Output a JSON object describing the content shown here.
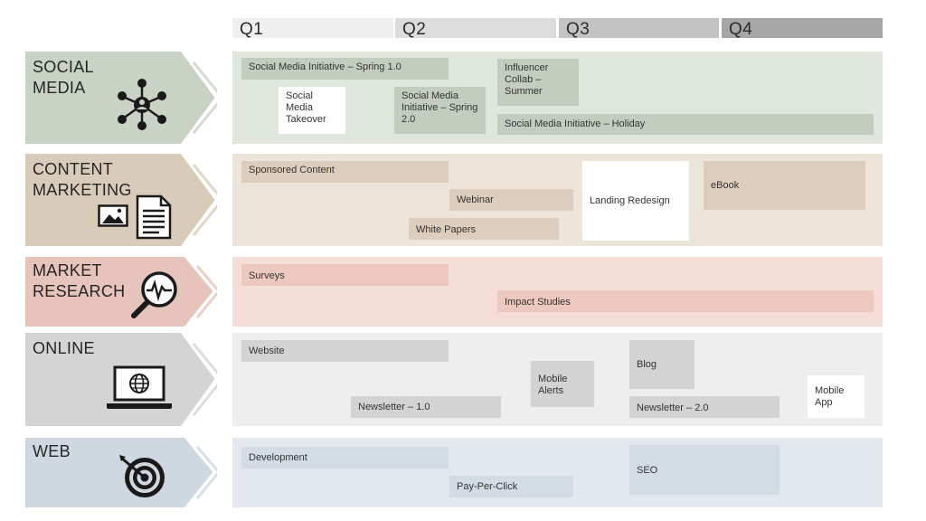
{
  "quarters": [
    "Q1",
    "Q2",
    "Q3",
    "Q4"
  ],
  "colors": {
    "social": "#dfe6dc",
    "social_cat": "#c9d3c5",
    "social_task": "#c3cdbf",
    "content": "#ede4da",
    "content_cat": "#d9cbba",
    "content_task": "#dccdbd",
    "market": "#f5ddd7",
    "market_cat": "#e6c4bb",
    "market_task": "#ecc8bf",
    "online": "#eeeeee",
    "online_cat": "#d4d4d4",
    "online_task": "#d3d3d3",
    "web": "#e3e8ee",
    "web_cat": "#cfd7e0",
    "web_task": "#d3dbe4"
  },
  "categories": [
    {
      "label": "SOCIAL\nMEDIA",
      "icon": "network-icon"
    },
    {
      "label": "CONTENT\nMARKETING",
      "icon": "document-icon"
    },
    {
      "label": "MARKET\nRESEARCH",
      "icon": "magnifier-chart-icon"
    },
    {
      "label": "ONLINE",
      "icon": "laptop-globe-icon"
    },
    {
      "label": "WEB",
      "icon": "target-icon"
    }
  ],
  "tasks": {
    "social": [
      "Social Media Initiative – Spring 1.0",
      "Social\nMedia\nTakeover",
      "Social Media\nInitiative – Spring\n2.0",
      "Influencer\nCollab –\nSummer",
      "Social Media Initiative – Holiday"
    ],
    "content": [
      "Sponsored Content",
      "Webinar",
      "White Papers",
      "Landing Redesign",
      "eBook"
    ],
    "market": [
      "Surveys",
      "Impact Studies"
    ],
    "online": [
      "Website",
      "Newsletter – 1.0",
      "Mobile\nAlerts",
      "Blog",
      "Newsletter – 2.0",
      "Mobile\nApp"
    ],
    "web": [
      "Development",
      "Pay-Per-Click",
      "SEO"
    ]
  }
}
